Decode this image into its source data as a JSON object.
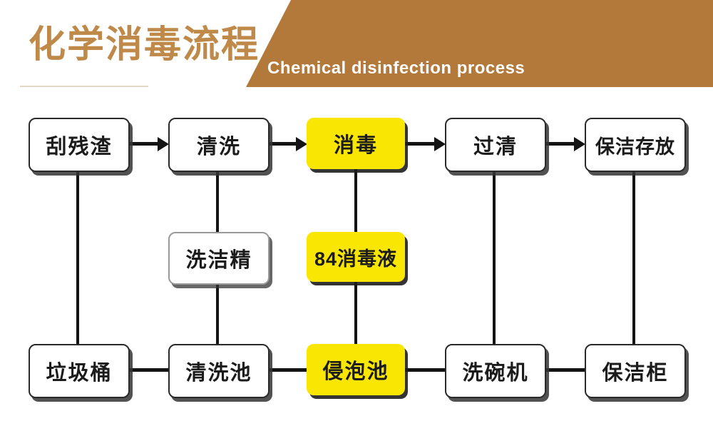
{
  "page": {
    "background": "#FFFFFF"
  },
  "header": {
    "title": "化学消毒流程",
    "title_color": "#BF8A49",
    "banner_label": "Chemical disinfection process",
    "banner_color": "#B3793B",
    "banner_text_color": "#FFFFFF"
  },
  "flowchart": {
    "highlight_color": "#F9E703",
    "line_color": "#141414",
    "nodes": [
      {
        "label": "刮残渣",
        "highlighted": false
      },
      {
        "label": "清洗",
        "highlighted": false
      },
      {
        "label": "消毒",
        "highlighted": true
      },
      {
        "label": "过清",
        "highlighted": false
      },
      {
        "label": "保洁存放",
        "highlighted": false
      },
      {
        "label": "洗洁精",
        "highlighted": false
      },
      {
        "label": "84消毒液",
        "highlighted": true
      },
      {
        "label": "垃圾桶",
        "highlighted": false
      },
      {
        "label": "清洗池",
        "highlighted": false
      },
      {
        "label": "侵泡池",
        "highlighted": true
      },
      {
        "label": "洗碗机",
        "highlighted": false
      },
      {
        "label": "保洁柜",
        "highlighted": false
      }
    ],
    "edges": {
      "top_row_arrows": [
        "刮残渣→清洗",
        "清洗→消毒",
        "消毒→过清",
        "过清→保洁存放"
      ],
      "vertical_links": [
        "刮残渣—垃圾桶",
        "清洗—洗洁精—清洗池",
        "消毒—84消毒液—侵泡池",
        "过清—洗碗机",
        "保洁存放—保洁柜"
      ],
      "bottom_row_links": [
        "垃圾桶—清洗池",
        "清洗池—侵泡池",
        "侵泡池—洗碗机",
        "洗碗机—保洁柜"
      ]
    }
  }
}
